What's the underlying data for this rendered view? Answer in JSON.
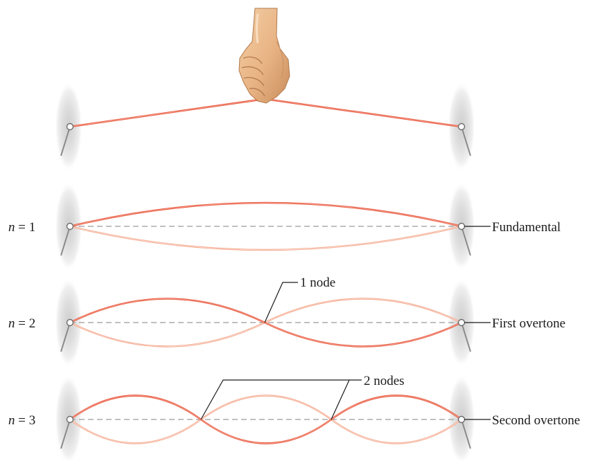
{
  "modes": [
    {
      "n_value": "1",
      "label": "Fundamental",
      "node_text": ""
    },
    {
      "n_value": "2",
      "label": "First overtone",
      "node_text": "1 node"
    },
    {
      "n_value": "3",
      "label": "Second overtone",
      "node_text": "2 nodes"
    }
  ],
  "n_symbol": "n",
  "eq_sign": " = ",
  "colors": {
    "string": "#e8553c",
    "string_ghost": "#f3a488",
    "equilibrium": "#9b9b9b",
    "support": "#d9d9d9"
  },
  "icons": {
    "hand": "hand-plucking-icon",
    "support": "wall-support-icon"
  }
}
